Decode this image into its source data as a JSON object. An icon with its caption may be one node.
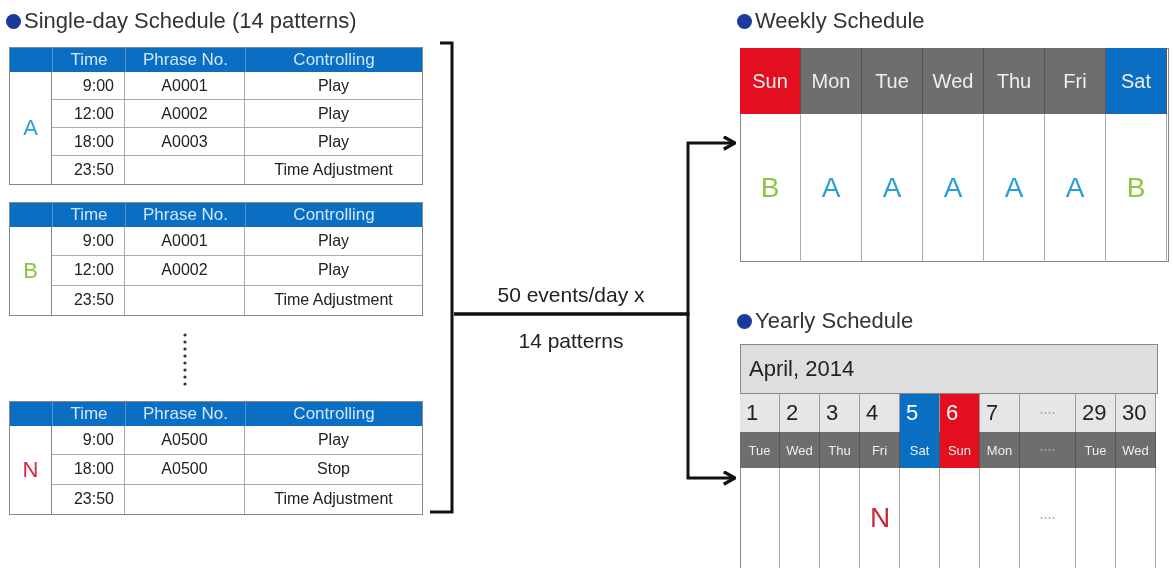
{
  "diagram": {
    "nodes": [
      {
        "text": [
          "Single-day Schedule (14 patterns)"
        ]
      },
      {
        "text": [
          "Time",
          "Phrase No.",
          "Controlling",
          "A",
          "9:00",
          "A0001",
          "Play",
          "12:00",
          "A0002",
          "Play",
          "18:00",
          "A0003",
          "Play",
          "23:50",
          "Time Adjustment"
        ],
        "in": 0
      },
      {
        "text": [
          "Time",
          "Phrase No.",
          "Controlling",
          "B",
          "9:00",
          "A0001",
          "Play",
          "12:00",
          "A0002",
          "Play",
          "23:50",
          "Time Adjustment"
        ],
        "in": 0
      },
      {
        "text": [
          "Time",
          "Phrase No.",
          "Controlling",
          "N",
          "9:00",
          "A0500",
          "Play",
          "18:00",
          "A0500",
          "Stop",
          "23:50",
          "Time Adjustment"
        ],
        "in": 0
      },
      {
        "text": [
          "Weekly Schedule",
          "Sun",
          "Mon",
          "Tue",
          "Wed",
          "Thu",
          "Fri",
          "Sat",
          "B",
          "A",
          "A",
          "A",
          "A",
          "A",
          "B"
        ]
      },
      {
        "text": [
          "Yearly Schedule",
          "April, 2014",
          "1",
          "2",
          "3",
          "4",
          "5",
          "6",
          "7",
          "29",
          "30",
          "Tue",
          "Wed",
          "Thu",
          "Fri",
          "Sat",
          "Sun",
          "Mon",
          "Tue",
          "Wed",
          "N"
        ]
      }
    ],
    "edges": [
      {
        "from": 0,
        "to": 4,
        "arrow": "to",
        "label": "50 events/day x 14 patterns"
      },
      {
        "from": 0,
        "to": 5,
        "arrow": "to"
      }
    ]
  }
}
